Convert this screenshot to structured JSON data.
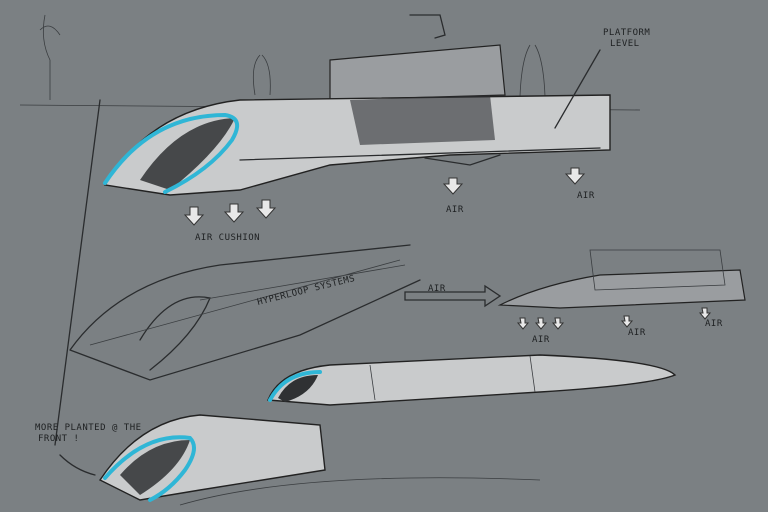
{
  "artwork": {
    "subject": "hyperloop-capsule-concept-sketches",
    "colors": {
      "background": "#7b8083",
      "accent": "#2fb6d6",
      "ink": "#1e2022",
      "body": "#c9cbcc"
    }
  },
  "annotations": {
    "platform_level": [
      "PLATFORM",
      "LEVEL"
    ],
    "air_cushion": "AIR CUSHION",
    "air_mid": "AIR",
    "air_right": "AIR",
    "hyperloop_systems": "HYPERLOOP SYSTEMS",
    "air_flow": "AIR",
    "air_small_1": "AIR",
    "air_small_2": "AIR",
    "air_small_3": "AIR",
    "planted_note": [
      "MORE PLANTED @ THE",
      "FRONT !"
    ]
  }
}
